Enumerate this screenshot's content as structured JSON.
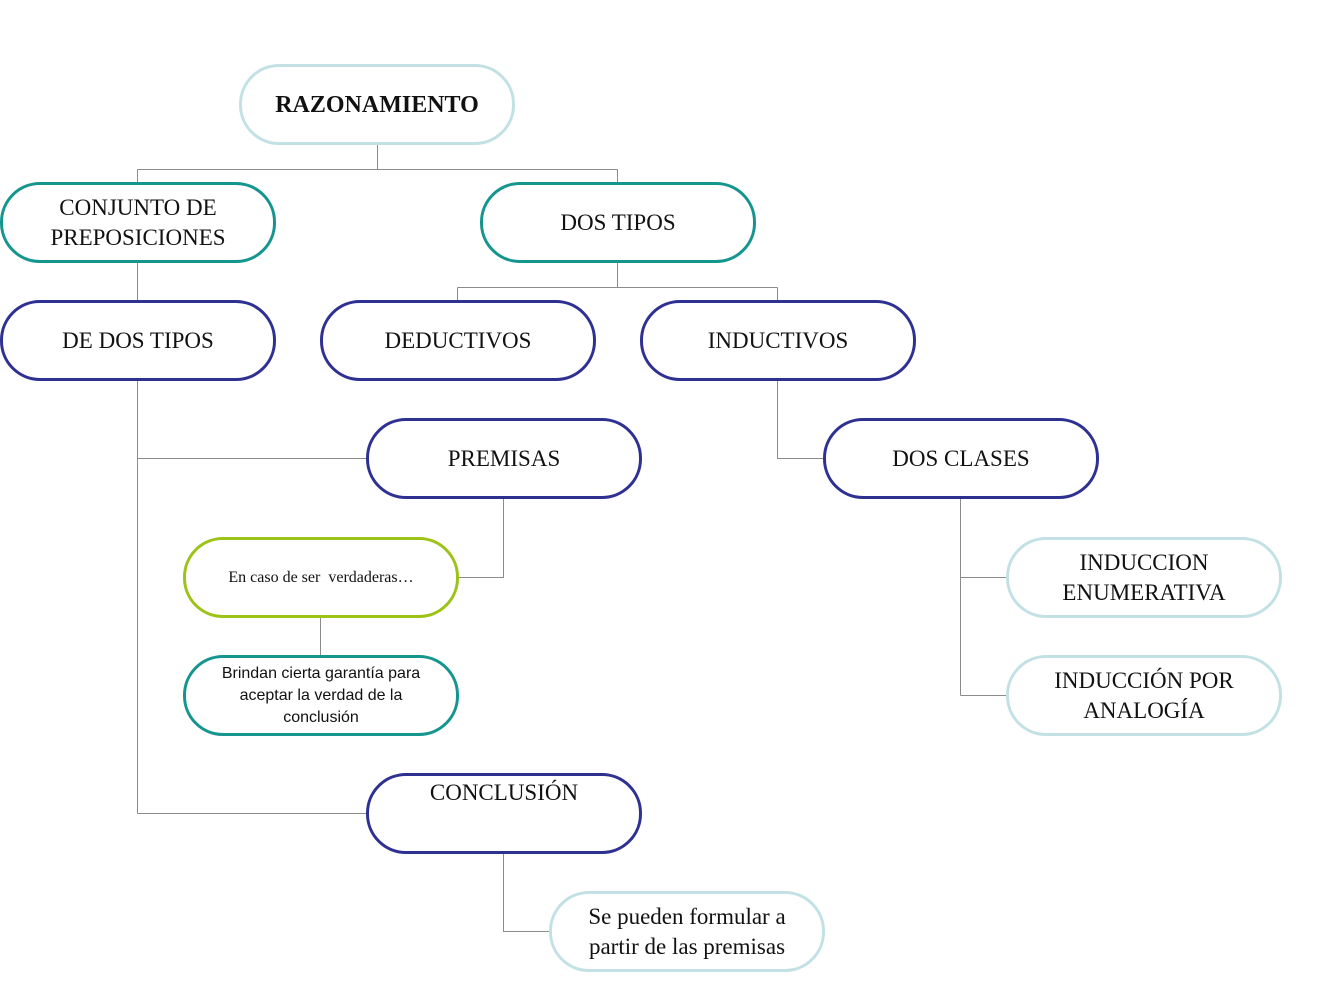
{
  "nodes": {
    "razonamiento": "RAZONAMIENTO",
    "conjunto": "CONJUNTO DE PREPOSICIONES",
    "dos_tipos": "DOS TIPOS",
    "de_dos_tipos": "DE DOS TIPOS",
    "deductivos": "DEDUCTIVOS",
    "inductivos": "INDUCTIVOS",
    "premisas": "PREMISAS",
    "dos_clases": "DOS CLASES",
    "en_caso": "En caso de ser  verdaderas…",
    "induccion_enumerativa": "INDUCCION ENUMERATIVA",
    "brindan": "Brindan cierta garantía para aceptar la verdad de la conclusión",
    "induccion_analogia": "INDUCCIÓN POR ANALOGÍA",
    "conclusion": "CONCLUSIÓN",
    "se_pueden": "Se pueden formular a partir de las premisas"
  },
  "colors": {
    "navy": "#2e3192",
    "teal": "#15958f",
    "light_blue": "#c3e1e5",
    "green": "#9dc319",
    "connector": "#8c8c8c"
  }
}
